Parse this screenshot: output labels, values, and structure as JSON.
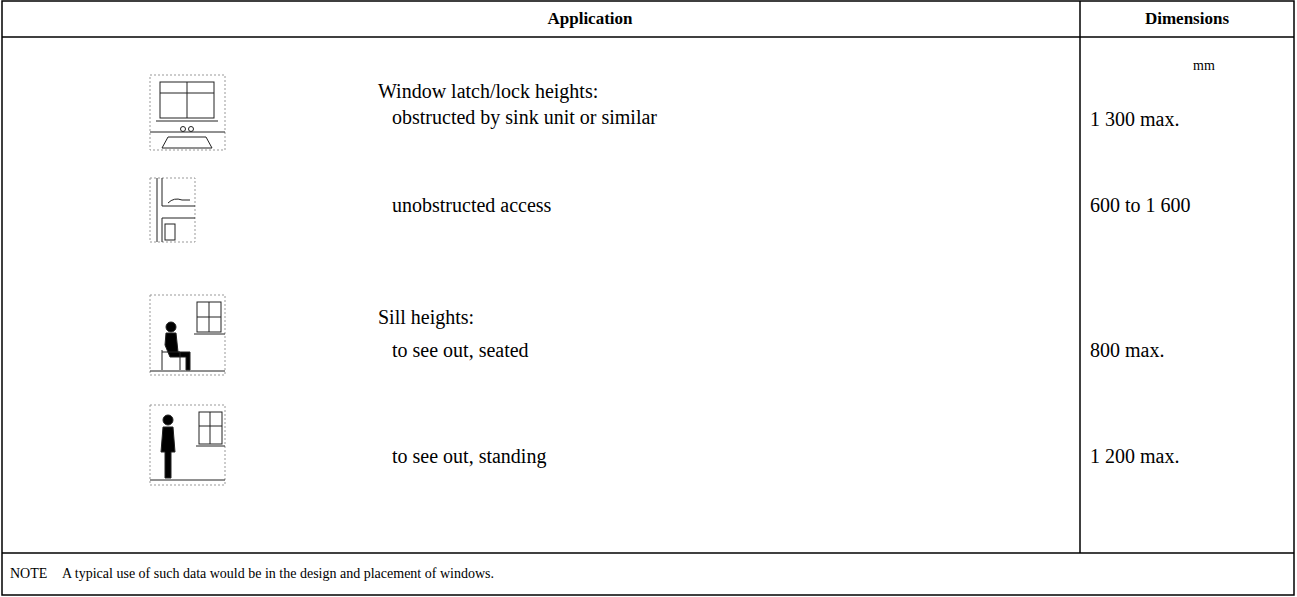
{
  "diagram": {
    "labels": [
      "Application",
      "Dimensions",
      "mm",
      "Window latch/lock heights:",
      "obstructed by sink unit or similar",
      "1 300 max.",
      "unobstructed access",
      "600 to 1 600",
      "Sill heights:",
      "to see out, seated",
      "800 max.",
      "to see out, standing",
      "1 200 max.",
      "NOTE",
      "A typical use of such data would be in the design and placement of windows."
    ]
  }
}
